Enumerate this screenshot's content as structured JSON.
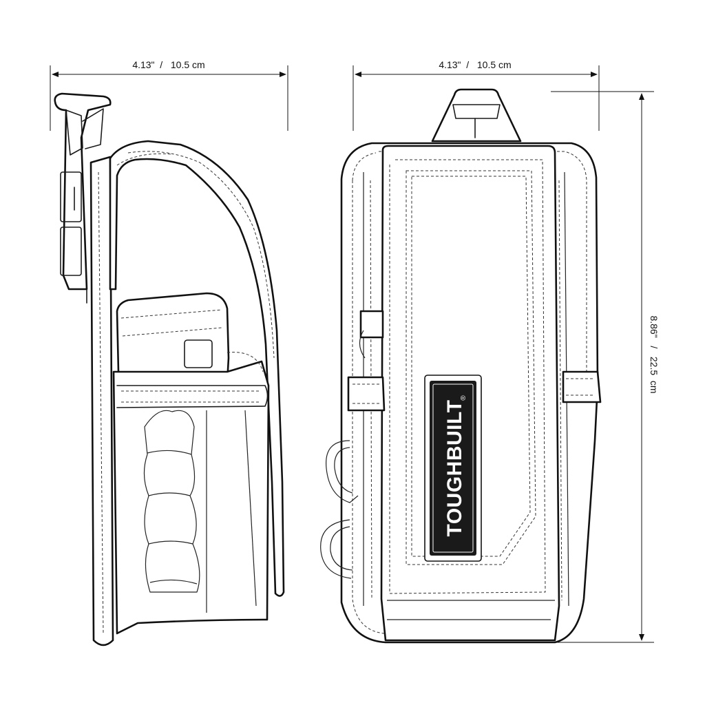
{
  "dimensions": {
    "side_width": "4.13\"  /   10.5 cm",
    "front_width": "4.13\"  /   10.5 cm",
    "height": "8.86\"   /   22.5  cm"
  },
  "brand": {
    "logo_text": "TOUGHBUILT",
    "trademark": "®"
  },
  "colors": {
    "line": "#111111",
    "background": "#ffffff",
    "logo_plate": "#1a1a1a"
  }
}
